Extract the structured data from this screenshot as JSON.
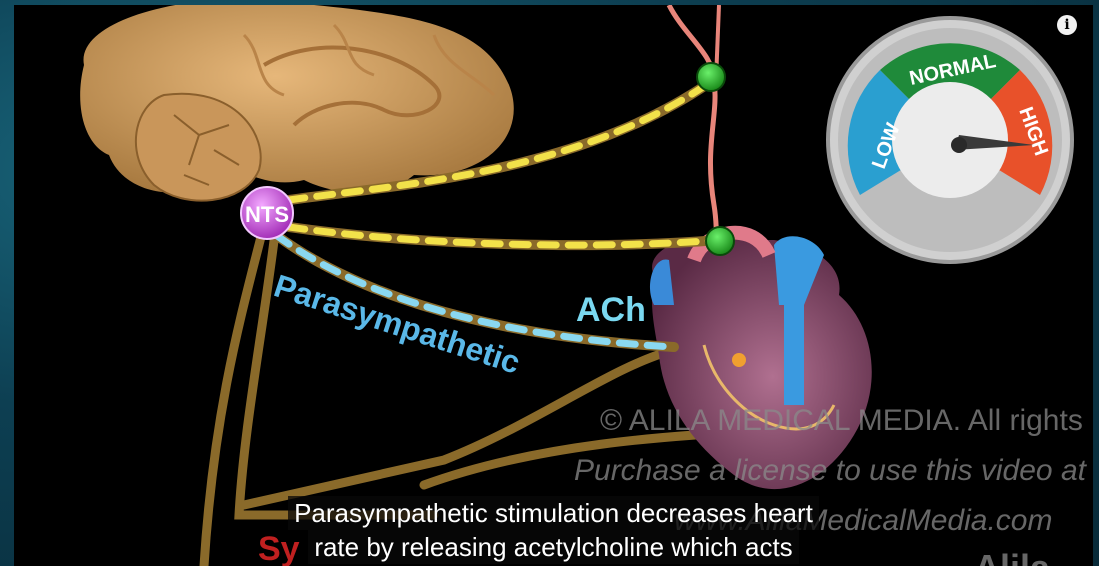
{
  "labels": {
    "nts": "NTS",
    "parasympathetic": "Parasympathetic",
    "ach": "ACh",
    "sympathetic_fragment": "Sy"
  },
  "gauge": {
    "low": "LOW",
    "normal": "NORMAL",
    "high": "HIGH",
    "colors": {
      "low": "#2a9fd0",
      "normal": "#1f8a3a",
      "high": "#e8512a",
      "base": "#c8c8c8"
    }
  },
  "watermark": {
    "line1": "© ALILA MEDICAL MEDIA. All rights reserved",
    "line2": "Purchase a license to use this video at",
    "line3": "www.AlilaMedicalMedia.com",
    "logo": "Alila"
  },
  "captions": {
    "line1": "Parasympathetic stimulation decreases heart",
    "line2": "rate by releasing acetylcholine which acts"
  },
  "player": {
    "info_icon": "info-icon"
  },
  "colors": {
    "nerve": "#8a6a2a",
    "sympathetic_dash": "#f2e14a",
    "parasympathetic_dash": "#8ad8f0",
    "brain": "#d9a76a",
    "nts_node": "#c64fd6",
    "ganglion": "#2bb82b"
  }
}
